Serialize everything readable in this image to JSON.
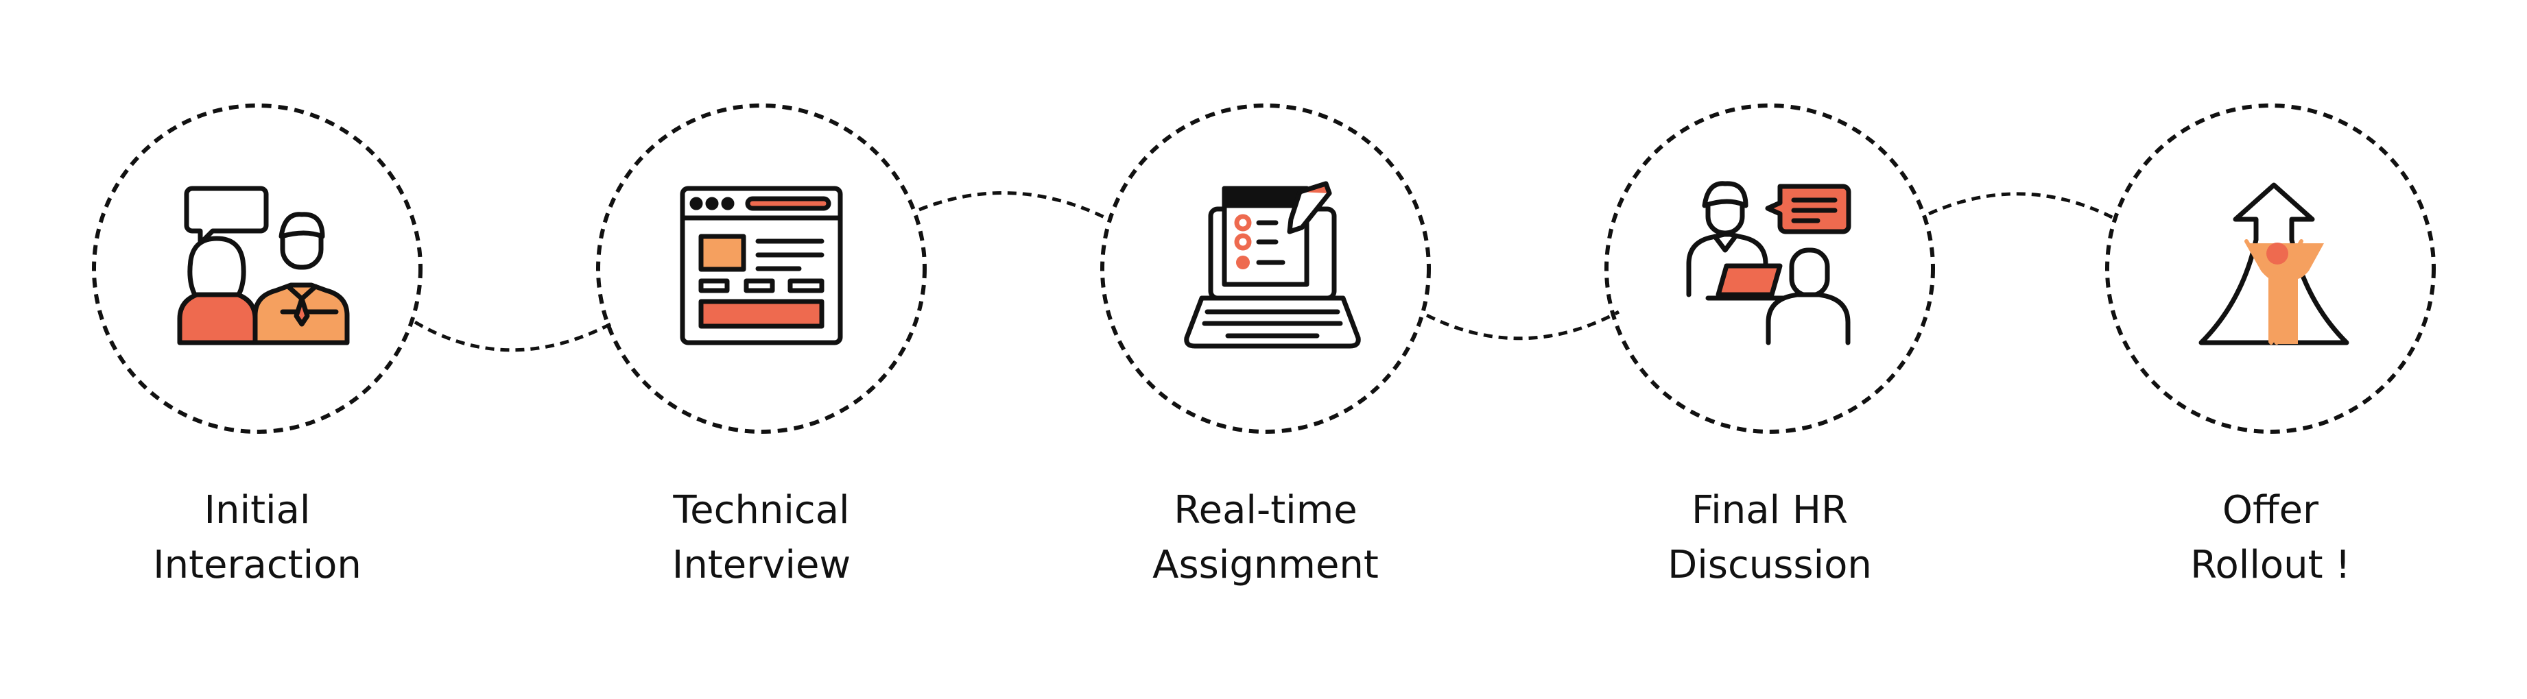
{
  "colors": {
    "accent": "#ee6a4f",
    "accent_light": "#f5a05f",
    "stroke": "#111111",
    "dash": "#111111"
  },
  "steps": [
    {
      "id": "initial-interaction",
      "line1": "Initial",
      "line2": "Interaction",
      "icon": "conversation-people-icon"
    },
    {
      "id": "technical-interview",
      "line1": "Technical",
      "line2": "Interview",
      "icon": "browser-window-icon"
    },
    {
      "id": "realtime-assignment",
      "line1": "Real-time",
      "line2": "Assignment",
      "icon": "laptop-checklist-icon"
    },
    {
      "id": "final-hr-discussion",
      "line1": "Final HR",
      "line2": "Discussion",
      "icon": "hr-meeting-icon"
    },
    {
      "id": "offer-rollout",
      "line1": "Offer",
      "line2": "Rollout !",
      "icon": "celebration-arrow-icon"
    }
  ]
}
